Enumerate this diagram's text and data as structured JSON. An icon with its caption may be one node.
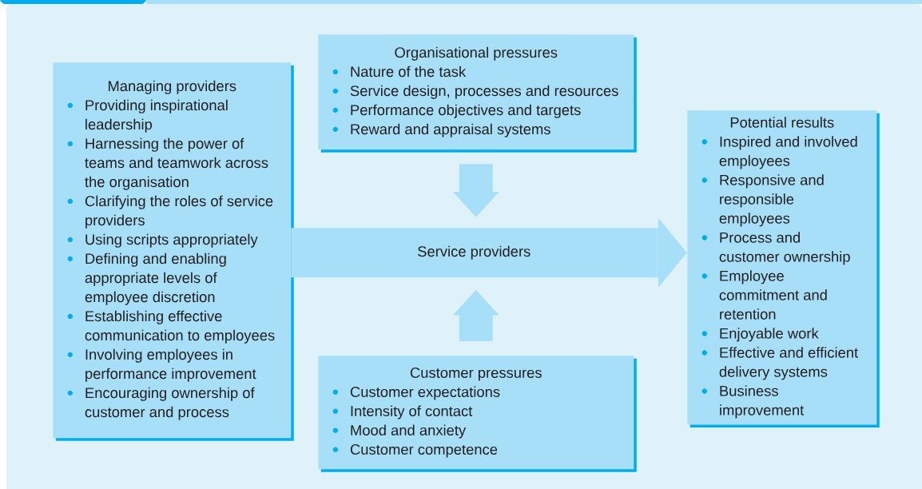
{
  "diagram": {
    "nodes": [
      {
        "text": [
          "Managing providers",
          "Providing inspirational leadership",
          "Harnessing the power of teams and teamwork across the organisation",
          "Clarifying the roles of service providers",
          "Using scripts appropriately",
          "Defining and enabling appropriate levels of employee discretion",
          "Establishing effective communication to employees",
          "Involving employees in performance improvement",
          "Encouraging ownership of customer and process"
        ]
      },
      {
        "text": [
          "Organisational pressures",
          "Nature of the task",
          "Service design, processes and resources",
          "Performance objectives and targets",
          "Reward and appraisal systems"
        ]
      },
      {
        "text": [
          "Service providers"
        ]
      },
      {
        "text": [
          "Customer pressures",
          "Customer expectations",
          "Intensity of contact",
          "Mood and anxiety",
          "Customer competence"
        ]
      },
      {
        "text": [
          "Potential results",
          "Inspired and involved employees",
          "Responsive and responsible employees",
          "Process and customer ownership",
          "Employee commitment and retention",
          "Enjoyable work",
          "Effective and efficient delivery systems",
          "Business improvement"
        ]
      }
    ],
    "edges": [
      {
        "from": 1,
        "to": 2,
        "arrow": "to"
      },
      {
        "from": 3,
        "to": 2,
        "arrow": "to"
      },
      {
        "from": 2,
        "to": 4,
        "arrow": "to"
      }
    ]
  }
}
